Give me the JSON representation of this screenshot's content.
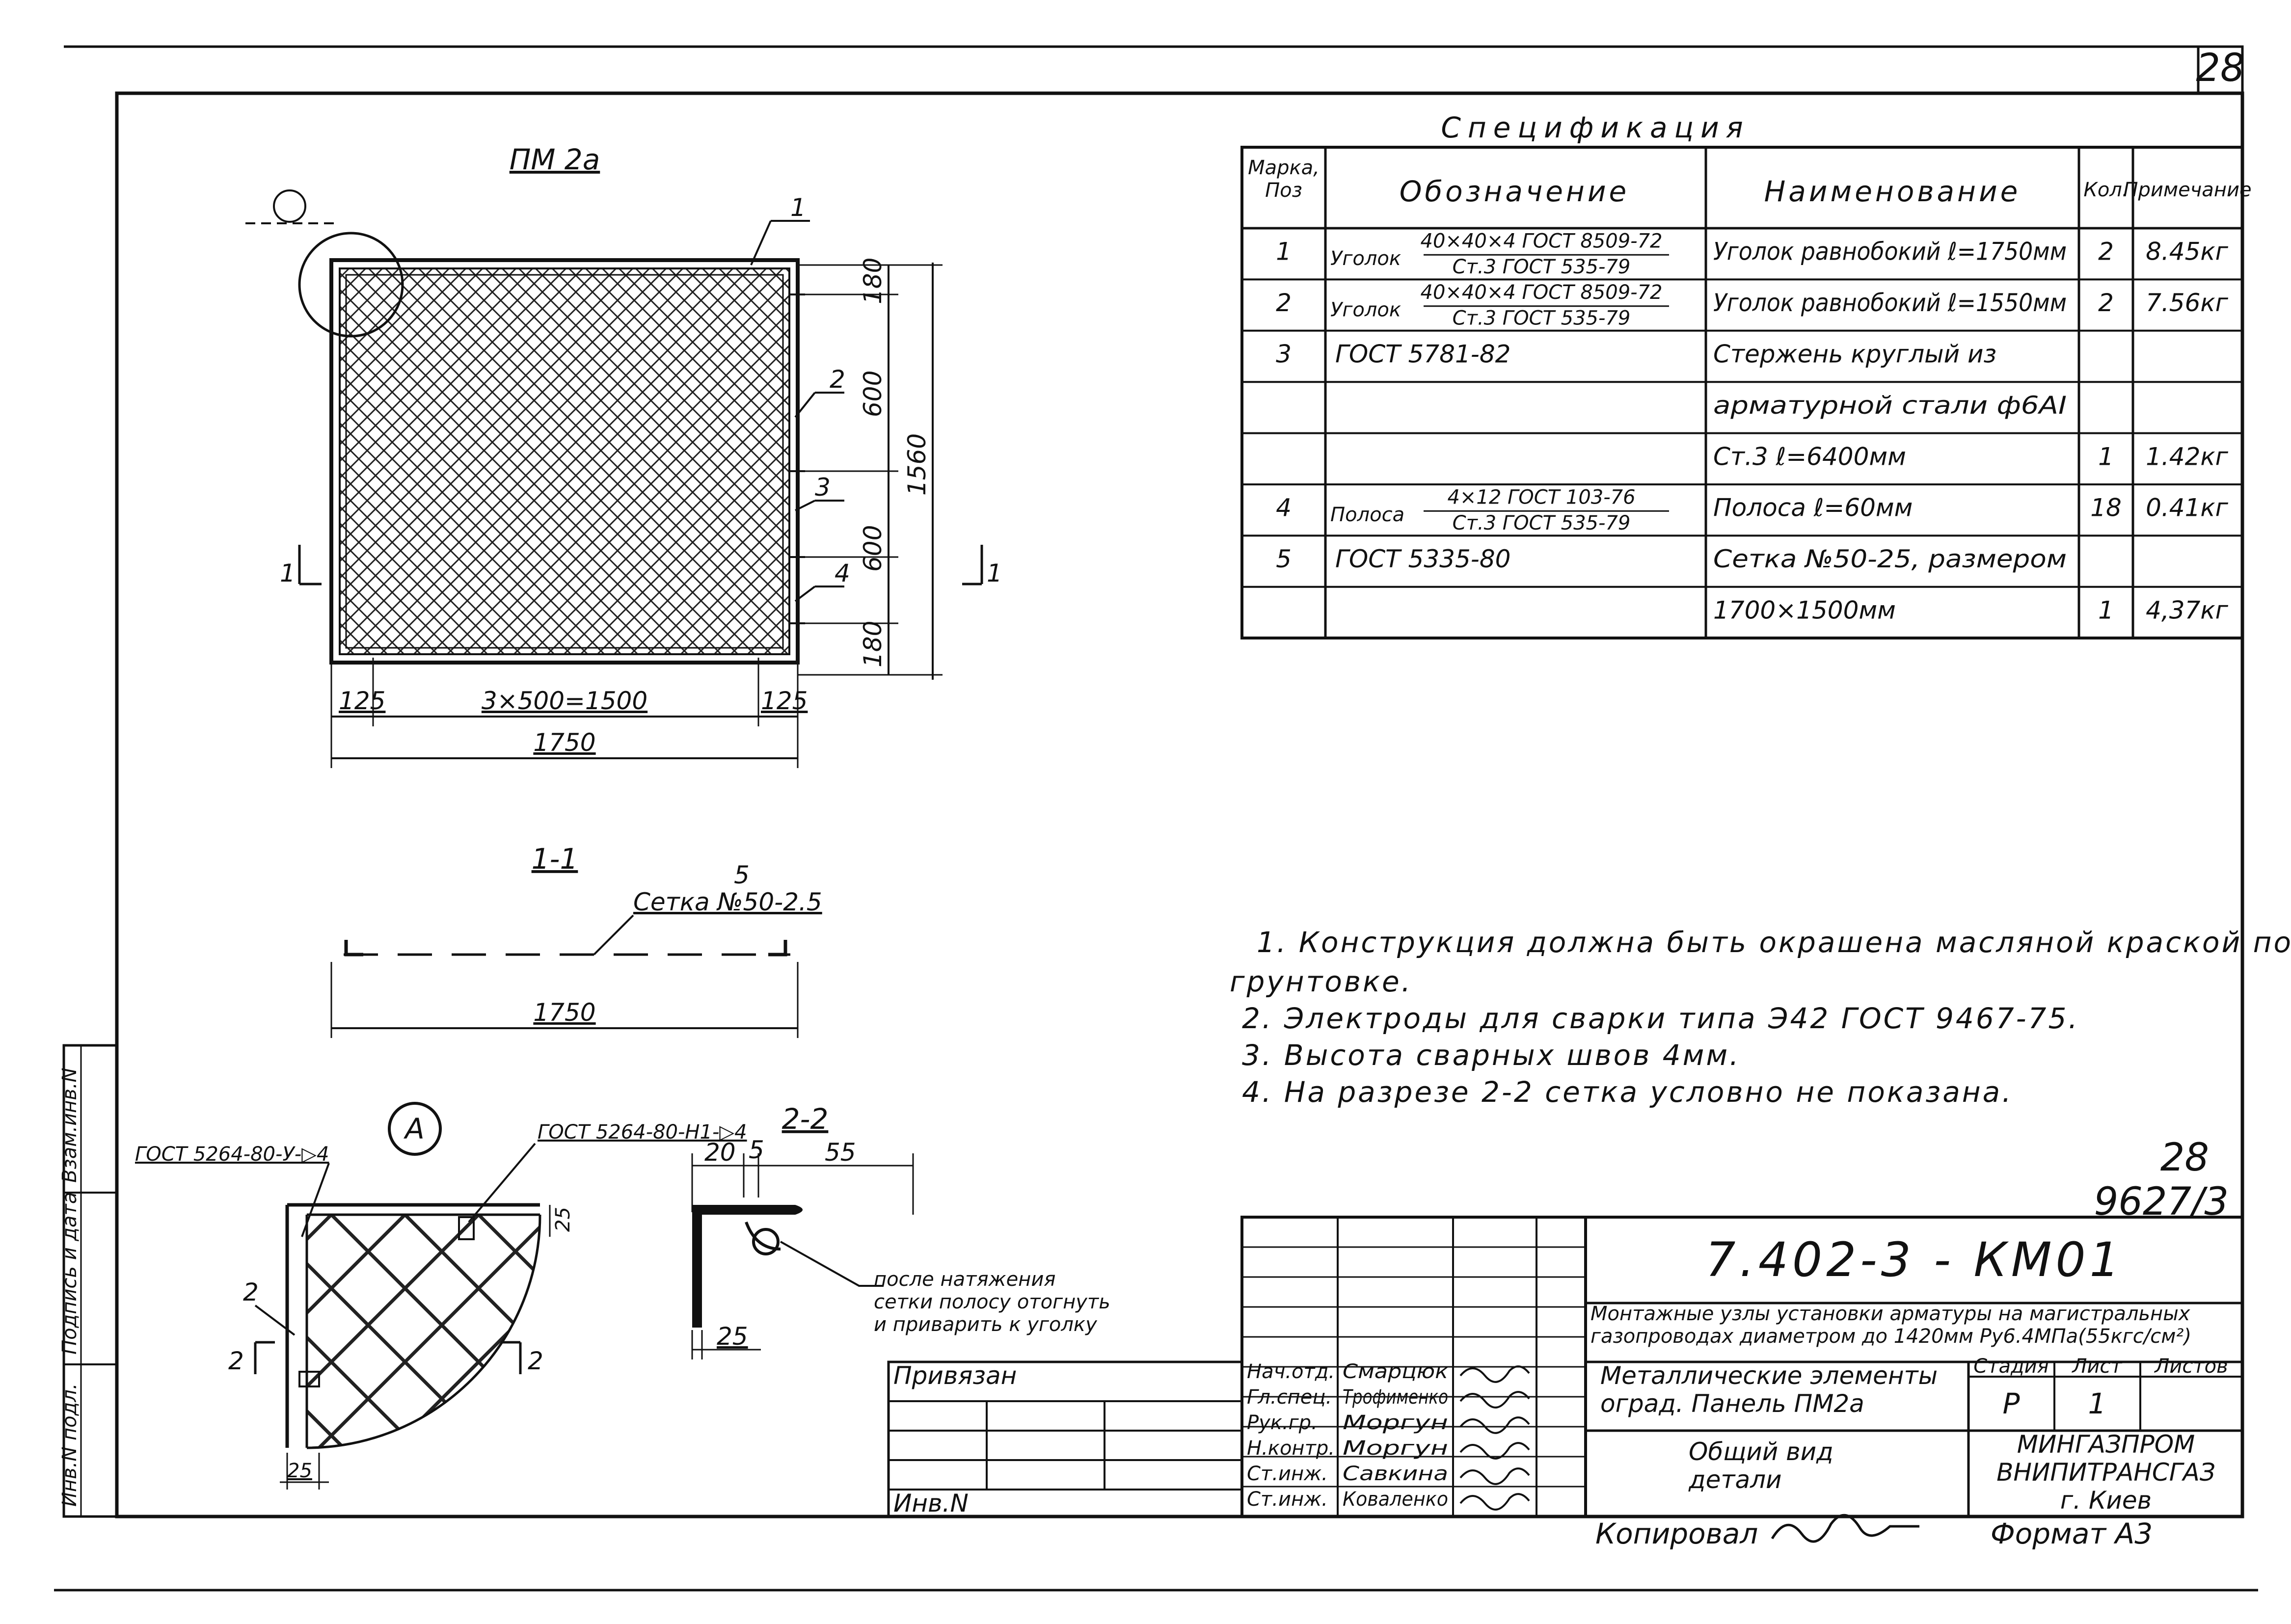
{
  "sheet": {
    "number": "28"
  },
  "panel_view": {
    "title": "ПМ 2а",
    "positions": [
      "1",
      "2",
      "3",
      "4"
    ],
    "dims": {
      "top": "180",
      "mid1": "600",
      "mid2": "600",
      "bottom": "180",
      "total_height": "1560",
      "left": "125",
      "middle": "3×500=1500",
      "right": "125",
      "total_width": "1750"
    },
    "cut": "1"
  },
  "spec": {
    "title": "Спецификация",
    "headers": {
      "mark": "Марка,\nПоз",
      "designation": "Обозначение",
      "name": "Наименование",
      "qty": "Кол.",
      "note": "Примечание"
    },
    "rows": [
      {
        "pos": "1",
        "desig_prefix": "Уголок",
        "desig_num": "40×40×4 ГОСТ 8509-72",
        "desig_den": "Ст.3 ГОСТ 535-79",
        "name": "Уголок равнобокий ℓ=1750мм",
        "qty": "2",
        "note": "8.45кг"
      },
      {
        "pos": "2",
        "desig_prefix": "Уголок",
        "desig_num": "40×40×4 ГОСТ 8509-72",
        "desig_den": "Ст.3 ГОСТ 535-79",
        "name": "Уголок равнобокий ℓ=1550мм",
        "qty": "2",
        "note": "7.56кг"
      },
      {
        "pos": "3",
        "desig": "ГОСТ 5781-82",
        "name": "Стержень круглый из",
        "qty": "",
        "note": ""
      },
      {
        "pos": "",
        "desig": "",
        "name": "арматурной стали ф6АI",
        "qty": "",
        "note": ""
      },
      {
        "pos": "",
        "desig": "",
        "name": "Ст.3 ℓ=6400мм",
        "qty": "1",
        "note": "1.42кг"
      },
      {
        "pos": "4",
        "desig_prefix": "Полоса",
        "desig_num": "4×12 ГОСТ 103-76",
        "desig_den": "Ст.3 ГОСТ 535-79",
        "name": "Полоса ℓ=60мм",
        "qty": "18",
        "note": "0.41кг"
      },
      {
        "pos": "5",
        "desig": "ГОСТ 5335-80",
        "name": "Сетка №50-25, размером",
        "qty": "",
        "note": ""
      },
      {
        "pos": "",
        "desig": "",
        "name": "1700×1500мм",
        "qty": "1",
        "note": "4,37кг"
      }
    ]
  },
  "section_11": {
    "title": "1-1",
    "pos": "5",
    "label": "Сетка №50-2.5",
    "dim": "1750"
  },
  "detail_a": {
    "label": "А",
    "weld_left": "ГОСТ 5264-80-У-▷4",
    "weld_right": "ГОСТ 5264-80-Н1-▷4",
    "pos": "2",
    "dim_25a": "25",
    "dim_25b": "25",
    "cut": "2"
  },
  "section_22": {
    "title": "2-2",
    "dims": [
      "20",
      "5",
      "55",
      "25"
    ],
    "note": "после натяжения\nсетки полосу отогнуть\nи приварить к уголку"
  },
  "notes": [
    "1. Конструкция должна быть окрашена масляной краской по",
    "грунтовке.",
    "2. Электроды для сварки типа Э42 ГОСТ 9467-75.",
    "3. Высота сварных швов 4мм.",
    "4. На разрезе 2-2 сетка условно не показана."
  ],
  "archive": {
    "sheet": "28",
    "number": "9627/3"
  },
  "title_block": {
    "code": "7.402-3 - КМ01",
    "project": "Монтажные узлы установки арматуры на магистральных\nгазопроводах диаметром до 1420мм Ру6.4МПа(55кгс/см²)",
    "drawing": "Металлические элементы\nоград. Панель ПМ2а",
    "subtitle": "Общий вид\nдетали",
    "stage_header": "Стадия",
    "sheet_header": "Лист",
    "sheets_header": "Листов",
    "stage": "Р",
    "sheet_num": "1",
    "org": "МИНГАЗПРОМ\nВНИПИТРАНСГАЗ\nг. Киев",
    "bound": "Привязан",
    "inv": "Инв.N",
    "staff": [
      {
        "role": "Нач.отд.",
        "name": "Смарцюк"
      },
      {
        "role": "Гл.спец.",
        "name": "Трофименко"
      },
      {
        "role": "Рук.гр.",
        "name": "Моргун"
      },
      {
        "role": "Н.контр.",
        "name": "Моргун"
      },
      {
        "role": "Ст.инж.",
        "name": "Савкина"
      },
      {
        "role": "Ст.инж.",
        "name": "Коваленко"
      }
    ],
    "copied": "Копировал",
    "format": "Формат А3"
  },
  "side_stamp": {
    "inv": "Инв.N подл.",
    "sign": "Подпись и дата",
    "replace": "Взам.инв.N"
  }
}
